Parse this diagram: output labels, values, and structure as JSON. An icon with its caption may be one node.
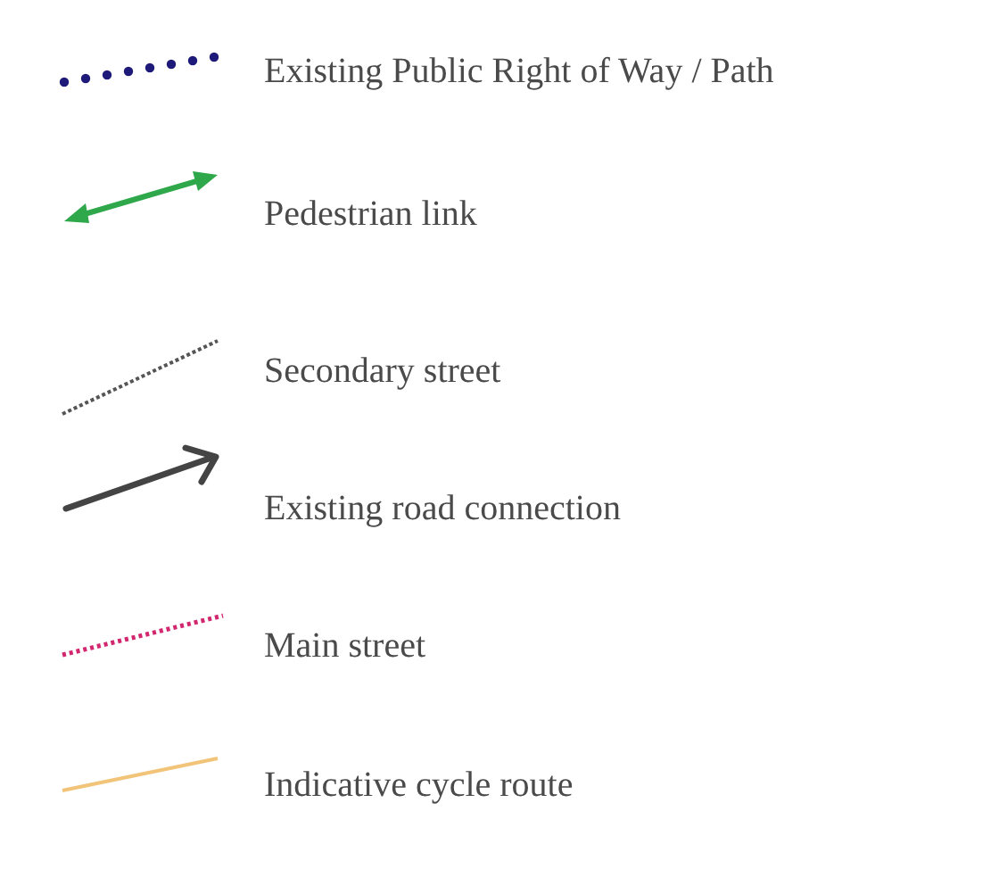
{
  "diagram": {
    "legend": [
      {
        "text": "Existing Public Right of Way / Path"
      },
      {
        "text": "Pedestrian link"
      },
      {
        "text": "Secondary street"
      },
      {
        "text": "Existing road connection"
      },
      {
        "text": "Main street"
      },
      {
        "text": "Indicative cycle route"
      }
    ]
  }
}
